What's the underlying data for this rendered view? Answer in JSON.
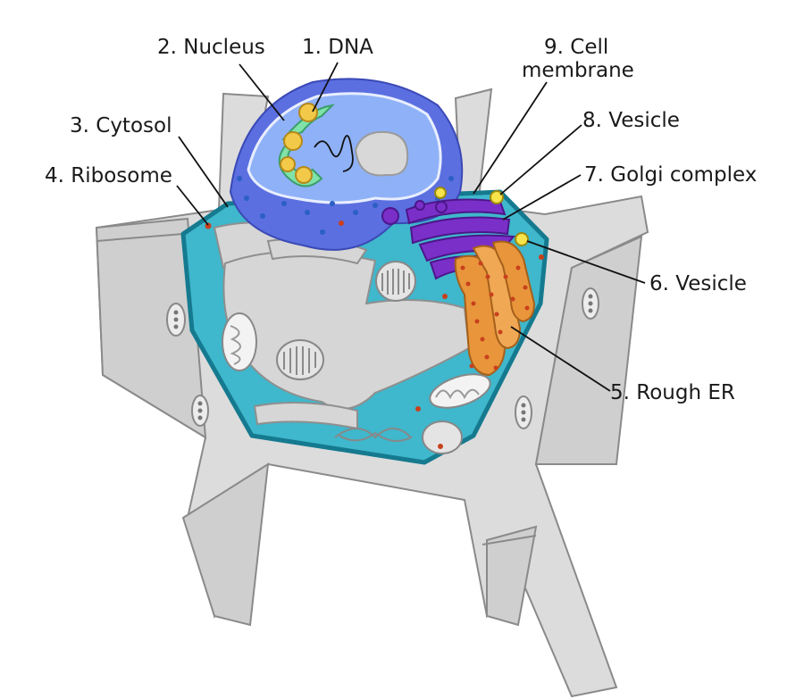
{
  "labels": {
    "dna": "1. DNA",
    "nucleus": "2. Nucleus",
    "cytosol": "3. Cytosol",
    "ribosome": "4. Ribosome",
    "rough_er": "5. Rough ER",
    "vesicle_6": "6. Vesicle",
    "golgi": "7. Golgi complex",
    "vesicle_8": "8. Vesicle",
    "cell_membrane_line1": "9. Cell",
    "cell_membrane_line2": "membrane"
  },
  "colors": {
    "cytosol": "#3fb7cc",
    "membrane": "#157a8f",
    "nucleus_outer": "#5b6fe0",
    "nucleus_inner": "#8fb1f7",
    "nucleolus": "#d8d8d8",
    "dna_green": "#7fe2a8",
    "dna_yellow": "#f3c94a",
    "golgi": "#7b2fc9",
    "rough_er": "#e8953b",
    "ribosome": "#c8401c",
    "vesicle": "#f7e34a",
    "tissue_gray": "#dcdcdc"
  }
}
